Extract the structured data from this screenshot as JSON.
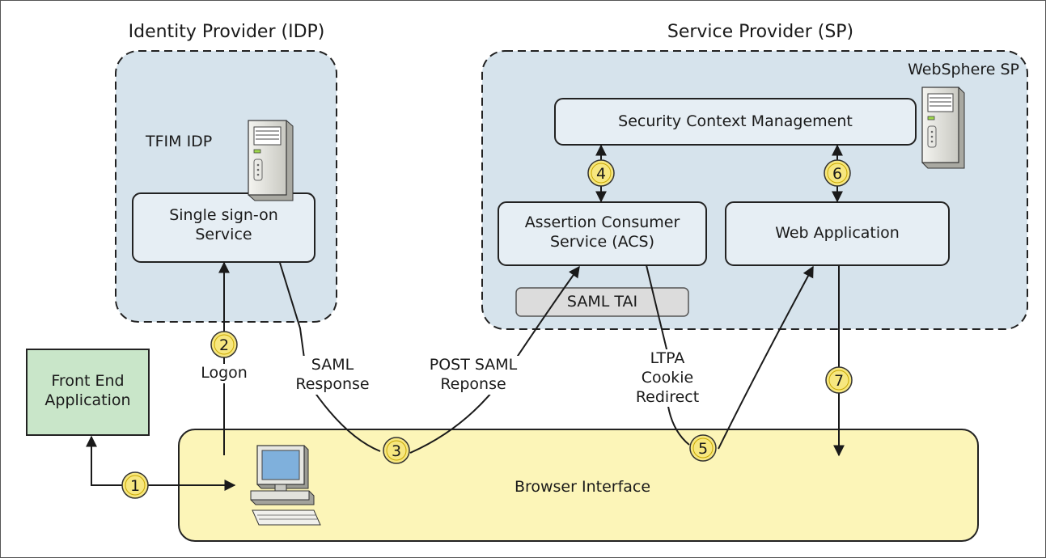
{
  "idp": {
    "title": "Identity Provider (IDP)",
    "server_label": "TFIM IDP",
    "sso_service": [
      "Single sign-on",
      "Service"
    ]
  },
  "sp": {
    "title": "Service Provider (SP)",
    "server_label": "WebSphere SP",
    "security_context": "Security Context Management",
    "acs": [
      "Assertion Consumer",
      "Service (ACS)"
    ],
    "web_app": "Web Application",
    "saml_tai": "SAML TAI"
  },
  "front_end": [
    "Front End",
    "Application"
  ],
  "browser": "Browser Interface",
  "flow_labels": {
    "logon": "Logon",
    "saml_response": [
      "SAML",
      "Response"
    ],
    "post_saml": [
      "POST SAML",
      "Reponse"
    ],
    "ltpa": [
      "LTPA",
      "Cookie",
      "Redirect"
    ]
  },
  "steps": [
    "1",
    "2",
    "3",
    "4",
    "5",
    "6",
    "7"
  ],
  "colors": {
    "provider_fill": "#d6e3ec",
    "service_fill": "#e6eef4",
    "browser_fill": "#fcf5b8",
    "front_end_fill": "#c9e6c9",
    "tai_fill": "#dcdcdc",
    "badge_fill": "#f7e77f"
  }
}
